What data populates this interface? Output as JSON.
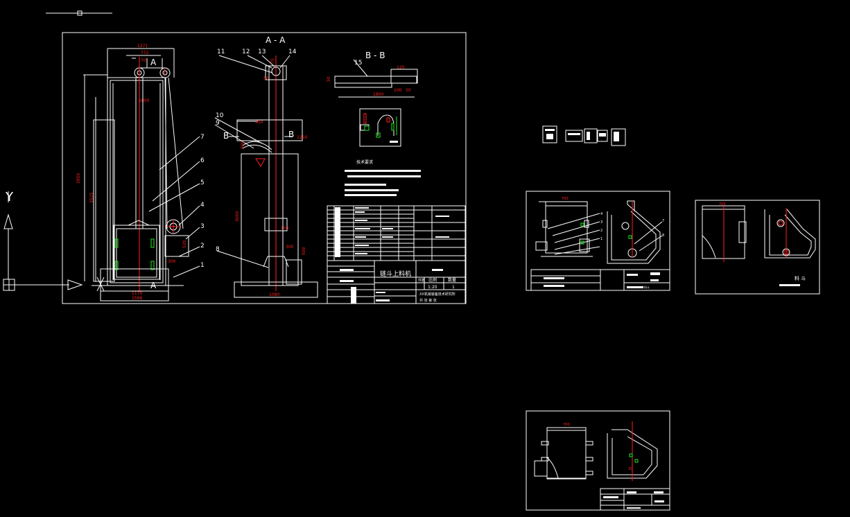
{
  "viewport": {
    "title_a": "A - A",
    "title_b": "B - B",
    "section_a_mark": "A",
    "section_b_mark": "B",
    "ucs_y_label": "Y"
  },
  "main_sheet": {
    "callouts": [
      "1",
      "2",
      "3",
      "4",
      "5",
      "6",
      "7",
      "8",
      "9",
      "10",
      "11",
      "12",
      "13",
      "14",
      "15"
    ],
    "dims_red": {
      "top_width": "1271",
      "inner_width": "772",
      "base_width": "1596",
      "base_inner": "1170",
      "height_total": "3950",
      "height_mid": "3525",
      "sec_width": "800",
      "sec_small": "100",
      "b_len": "1800",
      "b_right": "120",
      "b_small_a": "100",
      "b_small_b": "50",
      "aa_base": "1080",
      "aa_h": "3000",
      "aa_w": "450",
      "guide_h": "300",
      "side_h": "520"
    },
    "notes_heading": "技术要求",
    "title_block": {
      "drawing_name": "链斗上料机",
      "scale_label": "比例",
      "scale_value": "1:20",
      "sheet_label": "数量",
      "sheet_value": "1",
      "quantity_header": "件数",
      "company": "XX机械装备技术研究所",
      "page_label": "共  张  第  张"
    }
  },
  "sheet_right_top_left": {
    "title_block_name": "料斗"
  },
  "sheet_right_top_right": {
    "caption": "料  斗"
  },
  "colors": {
    "background": "#000000",
    "line": "#ffffff",
    "dimension": "#ff2020",
    "accent": "#1ec81e"
  },
  "icons": [
    "ucs-y-arrow-icon",
    "ucs-x-arrow-icon",
    "ucs-origin-icon"
  ]
}
